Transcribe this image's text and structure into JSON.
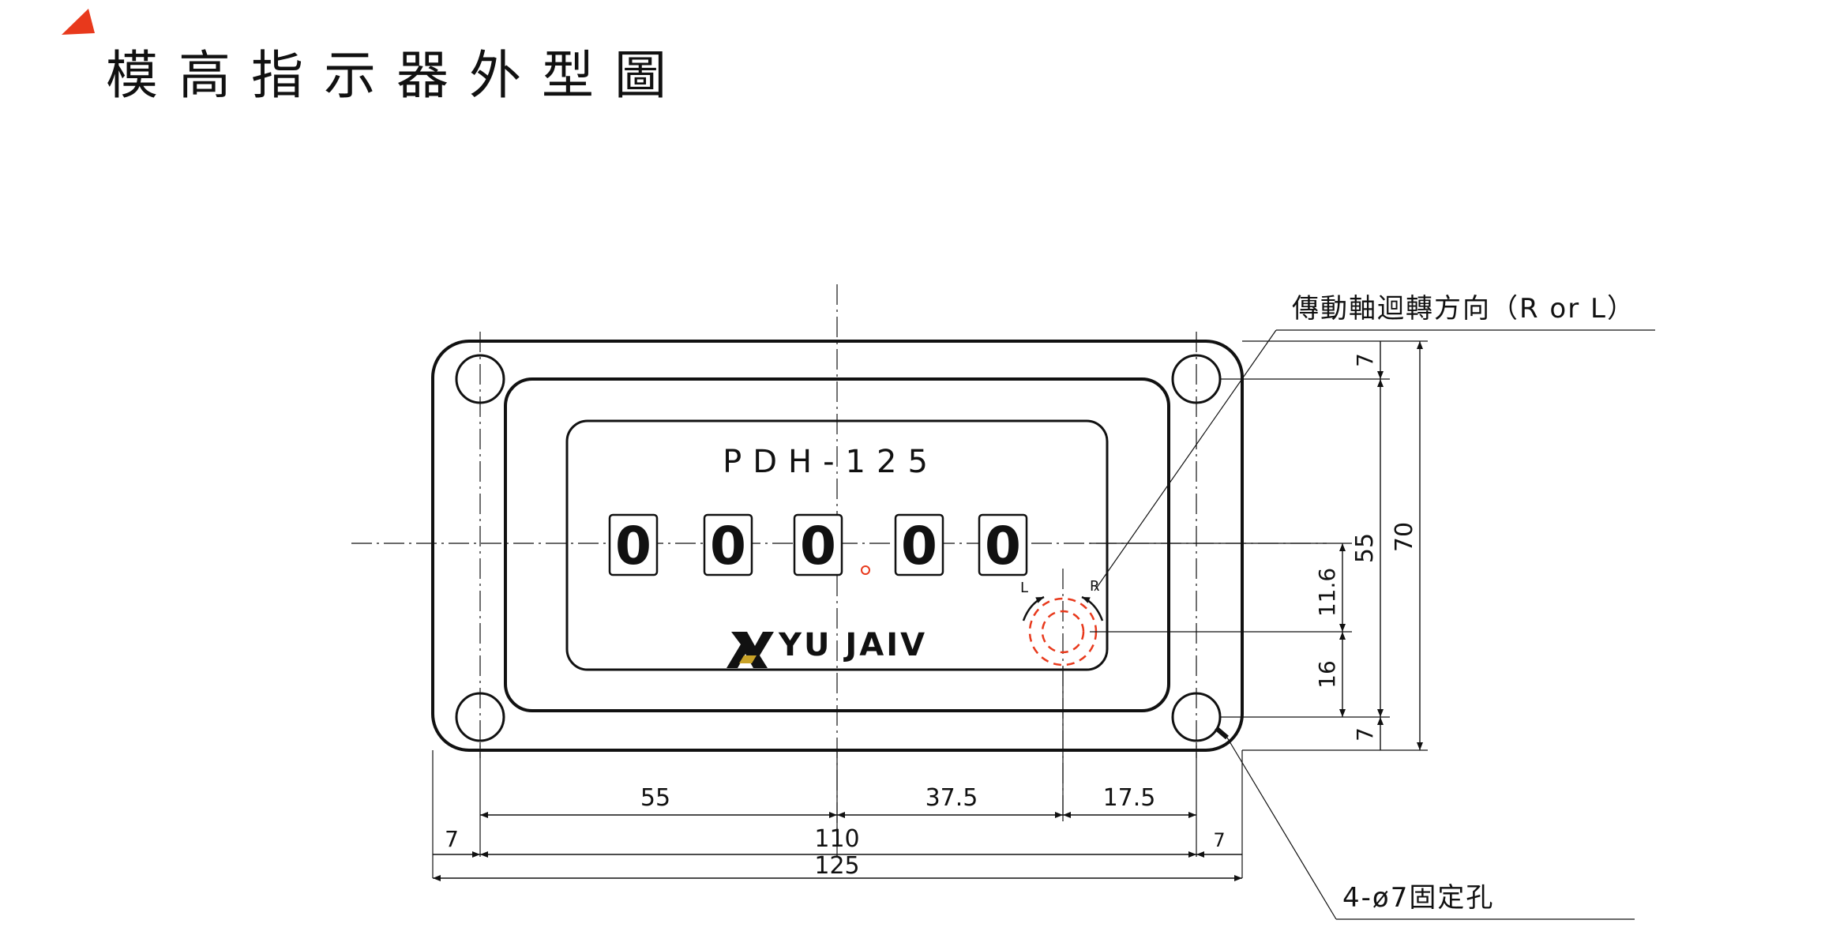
{
  "title": "模高指示器外型圖",
  "colors": {
    "accent": "#e8391c",
    "line": "#111111",
    "hidden_line": "#e8391c"
  },
  "panel": {
    "model": "PDH-125",
    "counter_digits": [
      "0",
      "0",
      "0",
      "0",
      "0"
    ],
    "brand": "YU JAIV",
    "rotation_left_label": "L",
    "rotation_right_label": "R"
  },
  "callouts": {
    "rotation_direction": "傳動軸迴轉方向（R or L）",
    "mounting_holes": "4-ø7固定孔"
  },
  "dimensions": {
    "horizontal": {
      "left_to_center": "55",
      "center_to_shaft": "37.5",
      "shaft_to_hole": "17.5",
      "hole_spacing": "110",
      "overall_width": "125",
      "left_margin": "7",
      "right_margin": "7"
    },
    "vertical": {
      "top_margin": "7",
      "hole_spacing": "55",
      "overall_height": "70",
      "center_to_shaft": "11.6",
      "shaft_to_hole": "16",
      "bottom_margin": "7"
    }
  }
}
